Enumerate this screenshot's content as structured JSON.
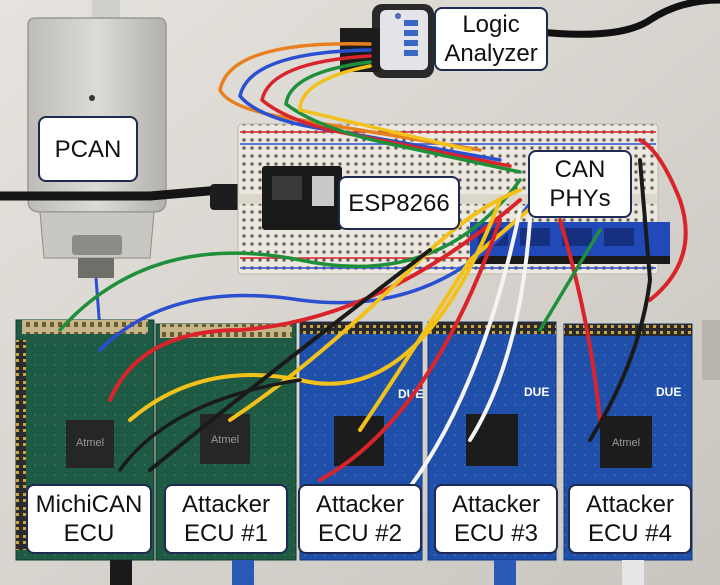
{
  "image": {
    "description_labels": {
      "logic_analyzer": [
        "Logic",
        "Analyzer"
      ],
      "pcan": [
        "PCAN"
      ],
      "esp8266": [
        "ESP8266"
      ],
      "can_phys": [
        "CAN",
        "PHYs"
      ],
      "ecus": [
        {
          "line1": "MichiCAN",
          "line2": "ECU"
        },
        {
          "line1": "Attacker",
          "line2": "ECU #1"
        },
        {
          "line1": "Attacker",
          "line2": "ECU #2"
        },
        {
          "line1": "Attacker",
          "line2": "ECU #3"
        },
        {
          "line1": "Attacker",
          "line2": "ECU #4"
        }
      ]
    },
    "board_markings": {
      "due": "DUE",
      "atmel": "Atmel"
    },
    "colors": {
      "wall": "#d9d6d0",
      "label_border": "#1f2a52",
      "due_board": "#1f4fa8",
      "green_board": "#1f5a44",
      "breadboard": "#e9e5dc",
      "wire_red": "#d8242a",
      "wire_yellow": "#f2c21b",
      "wire_green": "#1f8f3a",
      "wire_blue": "#2a4fd1",
      "wire_orange": "#e8801f",
      "wire_black": "#1a1a1a",
      "wire_white": "#f4f4f4"
    }
  }
}
